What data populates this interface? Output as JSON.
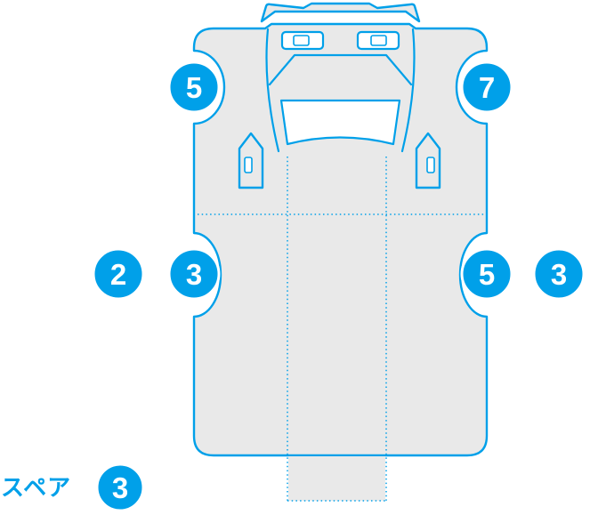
{
  "colors": {
    "accent": "#00a0e9",
    "body_fill": "#e9e9e9",
    "marker_text": "#ffffff",
    "background": "#ffffff"
  },
  "diagram": {
    "description_type": "car-top-view-parts-diagram",
    "markers": [
      {
        "id": "front-left",
        "label": "5"
      },
      {
        "id": "front-right",
        "label": "7"
      },
      {
        "id": "rear-left-outer",
        "label": "2"
      },
      {
        "id": "rear-left-inner",
        "label": "3"
      },
      {
        "id": "rear-right-inner",
        "label": "5"
      },
      {
        "id": "rear-right-outer",
        "label": "3"
      },
      {
        "id": "spare",
        "label": "3"
      }
    ],
    "spare_label": "スペア"
  }
}
